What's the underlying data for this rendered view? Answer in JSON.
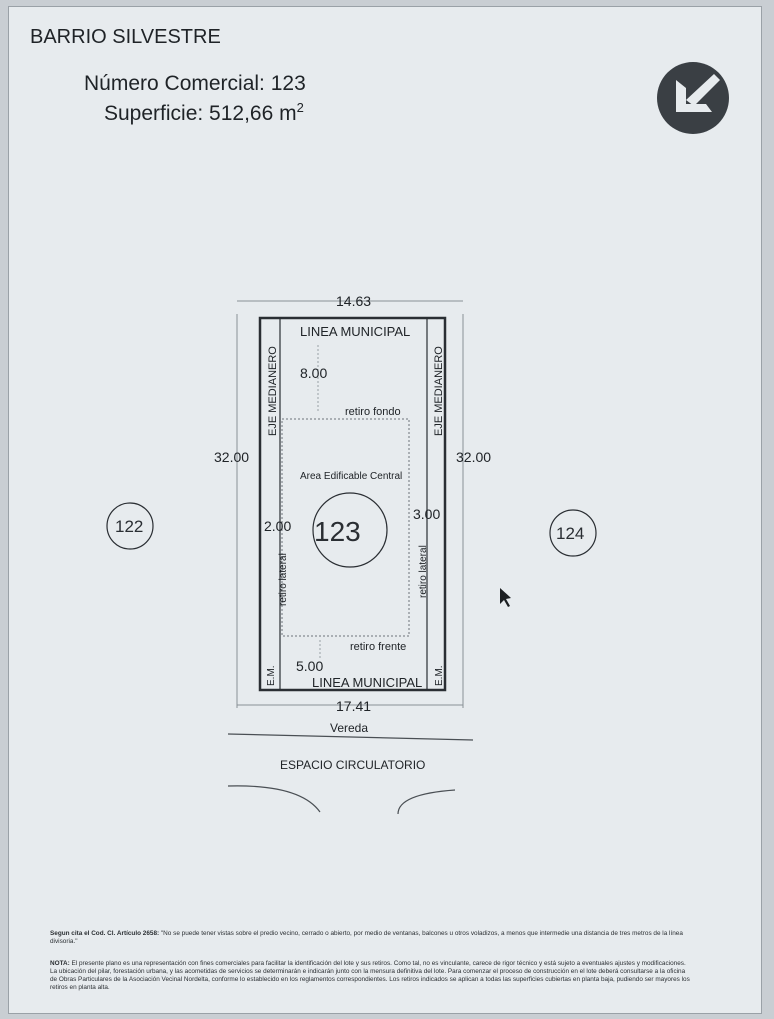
{
  "header": {
    "barrio": "BARRIO SILVESTRE",
    "numero_comercial": "Número Comercial: 123",
    "superficie_label": "Superficie: 512,66 m",
    "superficie_exp": "2"
  },
  "logo": {
    "name": "corner-logo-icon",
    "color": "#3a3f44"
  },
  "plan": {
    "width_top": "14.63",
    "width_bottom": "17.41",
    "left_length": "32.00",
    "right_length": "32.00",
    "linea_municipal_top": "LINEA MUNICIPAL",
    "linea_municipal_bottom": "LINEA MUNICIPAL",
    "eje_left": "EJE MEDIANERO",
    "eje_right": "EJE MEDIANERO",
    "em_left": "E.M.",
    "em_right": "E.M.",
    "retiro_fondo_value": "8.00",
    "retiro_fondo": "retiro fondo",
    "area": "Area Edificable Central",
    "lot_number": "123",
    "retiro_lateral_left_value": "2.00",
    "retiro_lateral_right_value": "3.00",
    "retiro_lateral_left": "retiro lateral",
    "retiro_lateral_right": "retiro lateral",
    "retiro_frente": "retiro frente",
    "retiro_frente_value": "5.00",
    "neighbor_left": "122",
    "neighbor_right": "124",
    "vereda": "Vereda",
    "espacio": "ESPACIO CIRCULATORIO"
  },
  "notes": {
    "code_ref": "Segun cita el Cod. Cl. Artículo 2658:",
    "code_text": " \"No se puede tener vistas sobre el predio vecino, cerrado o abierto, por medio de ventanas, balcones u otros voladizos, a menos que intermedie una distancia de tres metros de la línea divisoria.\"",
    "nota_label": "NOTA:",
    "nota_text": " El presente plano es una representación con fines comerciales para facilitar la identificación del lote y sus retiros. Como tal, no es vinculante, carece de rigor técnico y está sujeto a eventuales ajustes y modificaciones. La ubicación del pilar, forestación urbana, y las acometidas de servicios se determinarán e indicarán junto con la mensura definitiva del lote. Para comenzar el proceso de construcción en el lote deberá consultarse a la oficina de Obras Particulares de la Asociación Vecinal Nordelta, conforme lo establecido en los reglamentos correspondientes. Los retiros indicados se aplican a todas las superficies cubiertas en planta baja, pudiendo ser mayores los retiros en planta alta."
  }
}
